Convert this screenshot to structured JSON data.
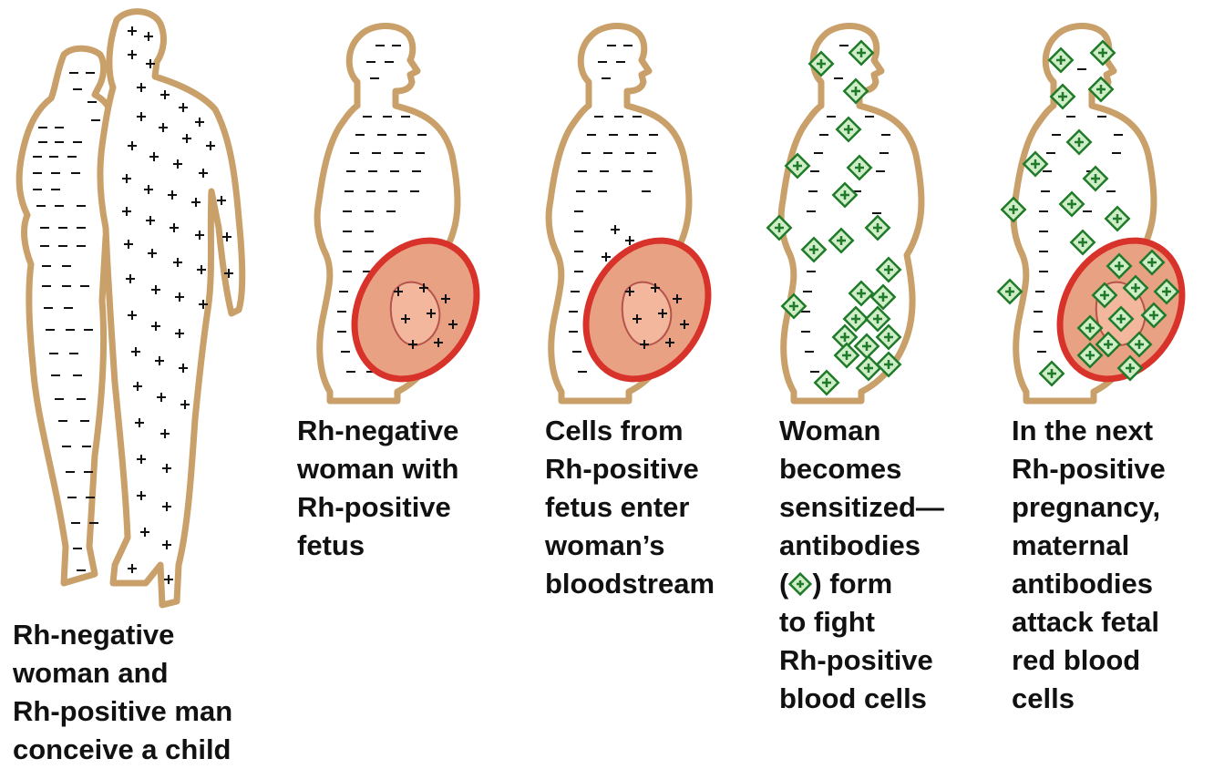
{
  "colors": {
    "body_outline": "#c9a06a",
    "body_outline_dark": "#a07a48",
    "uterus": "#d8332b",
    "fetus_fill": "#e9a184",
    "antibody_green": "#1f7a2a",
    "antibody_fill": "#cfeec7",
    "text": "#111111"
  },
  "icons": {
    "negative_cell": "minus-sign",
    "positive_cell": "plus-sign",
    "antibody": "diamond-antibody-icon"
  },
  "panels": [
    {
      "id": "couple",
      "caption_lines": [
        "Rh-negative",
        "woman and",
        "Rh-positive man",
        "conceive a child"
      ]
    },
    {
      "id": "pregnant",
      "caption_lines": [
        "Rh-negative",
        "woman with",
        "Rh-positive",
        "fetus"
      ]
    },
    {
      "id": "transfer",
      "caption_lines": [
        "Cells from",
        "Rh-positive",
        "fetus enter",
        "woman’s",
        "bloodstream"
      ]
    },
    {
      "id": "sensitized",
      "caption_lines": [
        "Woman",
        "becomes",
        "sensitized—",
        "antibodies",
        "(",
        ") form",
        "to fight",
        "Rh-positive",
        "blood cells"
      ]
    },
    {
      "id": "next",
      "caption_lines": [
        "In the next",
        "Rh-positive",
        "pregnancy,",
        "maternal",
        "antibodies",
        "attack fetal",
        "red blood",
        "cells"
      ]
    }
  ]
}
